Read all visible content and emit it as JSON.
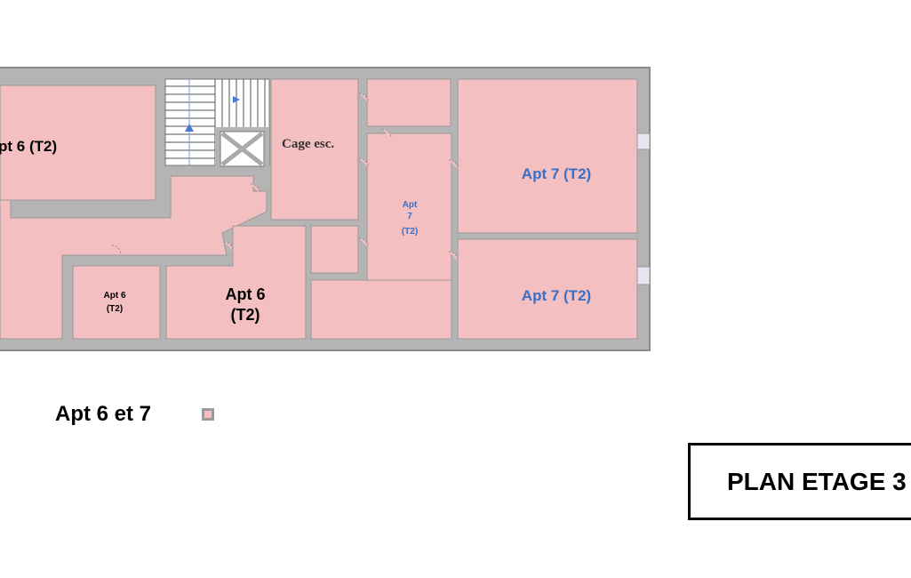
{
  "plan": {
    "rooms": {
      "apt6_big": "pt 6 (T2)",
      "cage": "Cage esc.",
      "apt7_corridor": [
        "Apt",
        "7",
        "(T2)"
      ],
      "apt7_top": "Apt 7 (T2)",
      "apt7_bottom": "Apt 7 (T2)",
      "apt6_small": [
        "Apt 6",
        "(T2)"
      ],
      "apt6_mid": [
        "Apt 6",
        "(T2)"
      ]
    },
    "colors": {
      "room": "#f4bfc0",
      "wall": "#b4b4b4",
      "accent_label": "#3a6fc4"
    }
  },
  "legend": {
    "label": "Apt 6 et 7"
  },
  "title": "PLAN ETAGE 3"
}
